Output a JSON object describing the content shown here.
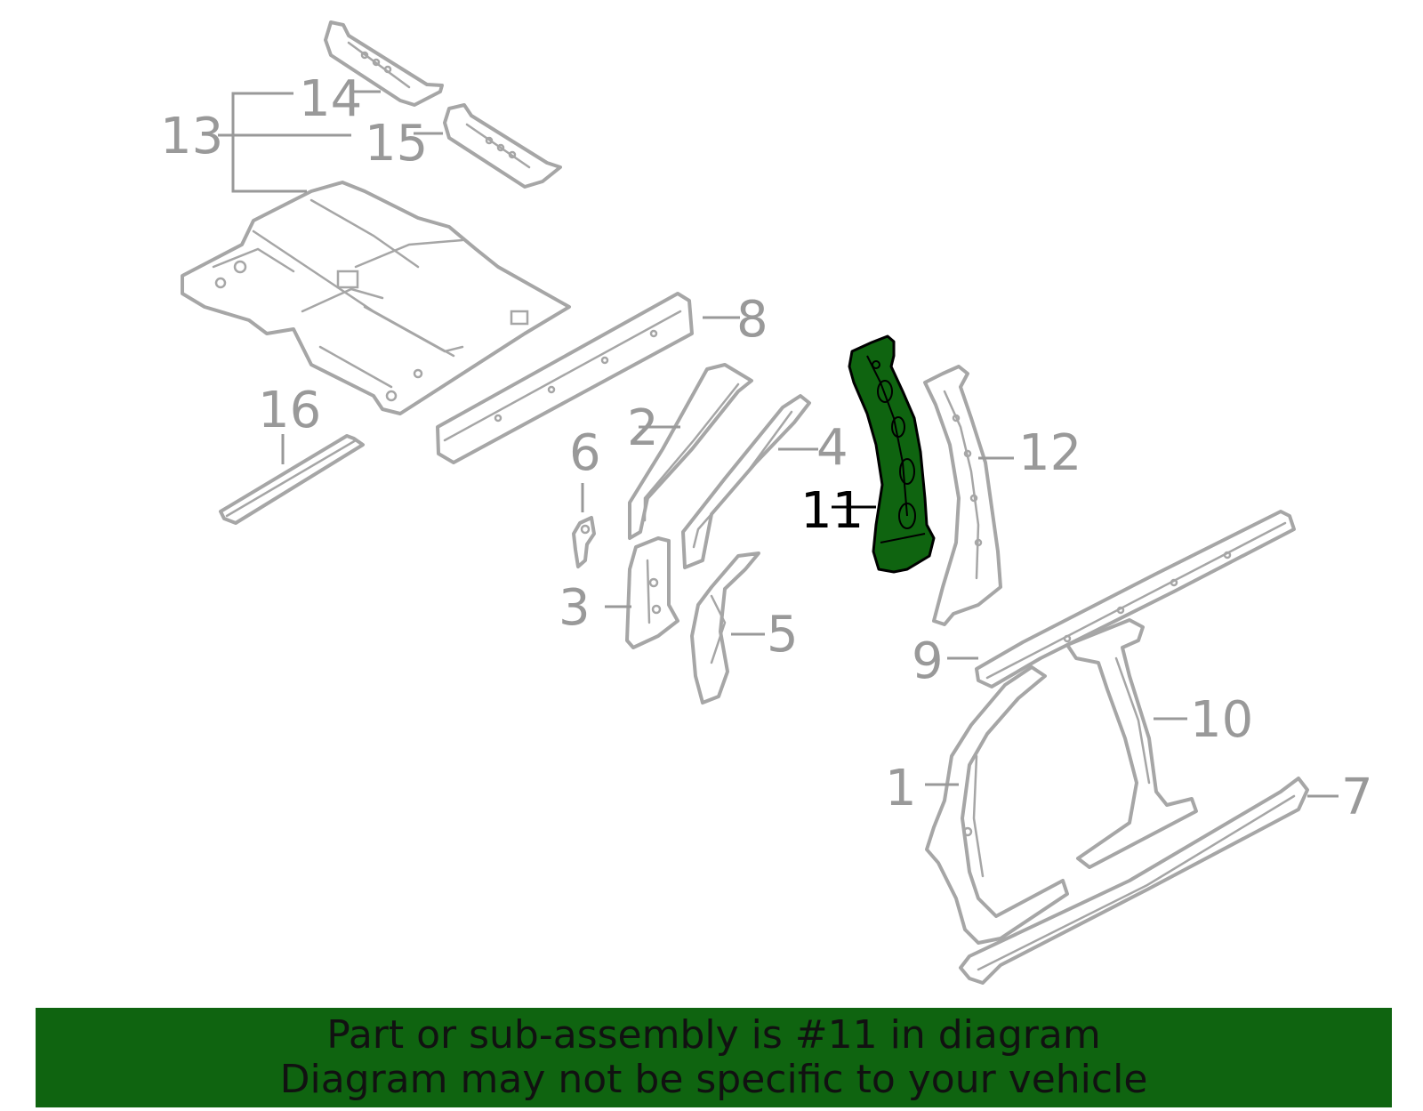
{
  "diagram": {
    "highlighted_part": "11",
    "highlight_color": "#0f6410",
    "part_stroke_color": "#a6a6a6",
    "callouts": [
      {
        "id": "c1",
        "label": "1"
      },
      {
        "id": "c2",
        "label": "2"
      },
      {
        "id": "c3",
        "label": "3"
      },
      {
        "id": "c4",
        "label": "4"
      },
      {
        "id": "c5",
        "label": "5"
      },
      {
        "id": "c6",
        "label": "6"
      },
      {
        "id": "c7",
        "label": "7"
      },
      {
        "id": "c8",
        "label": "8"
      },
      {
        "id": "c9",
        "label": "9"
      },
      {
        "id": "c10",
        "label": "10"
      },
      {
        "id": "c11",
        "label": "11"
      },
      {
        "id": "c12",
        "label": "12"
      },
      {
        "id": "c13",
        "label": "13"
      },
      {
        "id": "c14",
        "label": "14"
      },
      {
        "id": "c15",
        "label": "15"
      },
      {
        "id": "c16",
        "label": "16"
      }
    ]
  },
  "banner": {
    "line1": "Part or sub-assembly is #11 in diagram",
    "line2": "Diagram may not be specific to your vehicle",
    "background_color": "#0f6410"
  }
}
